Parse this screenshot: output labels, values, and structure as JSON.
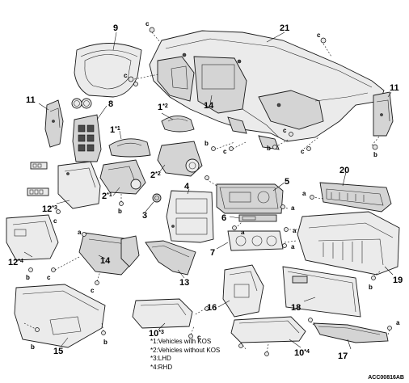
{
  "callouts": [
    {
      "num": "9",
      "sup": ""
    },
    {
      "num": "21",
      "sup": ""
    },
    {
      "num": "11",
      "sup": ""
    },
    {
      "num": "11",
      "sup": ""
    },
    {
      "num": "8",
      "sup": ""
    },
    {
      "num": "1",
      "sup": "*2"
    },
    {
      "num": "14",
      "sup": ""
    },
    {
      "num": "1",
      "sup": "*1"
    },
    {
      "num": "2",
      "sup": "*2"
    },
    {
      "num": "2",
      "sup": "*1"
    },
    {
      "num": "5",
      "sup": ""
    },
    {
      "num": "20",
      "sup": ""
    },
    {
      "num": "12",
      "sup": "*3"
    },
    {
      "num": "3",
      "sup": ""
    },
    {
      "num": "4",
      "sup": ""
    },
    {
      "num": "6",
      "sup": ""
    },
    {
      "num": "7",
      "sup": ""
    },
    {
      "num": "12",
      "sup": "*4"
    },
    {
      "num": "14",
      "sup": ""
    },
    {
      "num": "13",
      "sup": ""
    },
    {
      "num": "19",
      "sup": ""
    },
    {
      "num": "18",
      "sup": ""
    },
    {
      "num": "16",
      "sup": ""
    },
    {
      "num": "10",
      "sup": "*3"
    },
    {
      "num": "15",
      "sup": ""
    },
    {
      "num": "10",
      "sup": "*4"
    },
    {
      "num": "17",
      "sup": ""
    }
  ],
  "fastener_labels": [
    "c",
    "c",
    "c",
    "b",
    "c",
    "b",
    "c",
    "c",
    "b",
    "b",
    "a",
    "a",
    "a",
    "a",
    "a",
    "b",
    "c",
    "c",
    "a",
    "c",
    "b",
    "b",
    "b",
    "c",
    "a"
  ],
  "notes": [
    "*1:Vehicles with KOS",
    "*2:Vehicles without KOS",
    "*3:LHD",
    "*4:RHD"
  ],
  "reference_code": "ACC00816AB"
}
